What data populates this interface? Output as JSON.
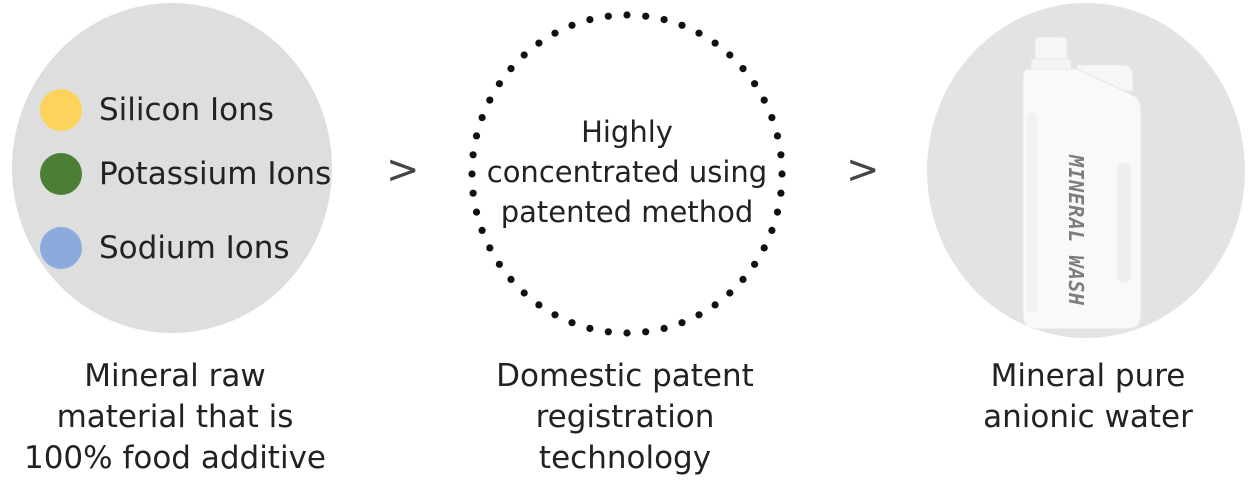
{
  "colors": {
    "silicon": "#fdd35c",
    "potassium": "#4a7f35",
    "sodium": "#8eaadc"
  },
  "ions": [
    {
      "label": "Silicon Ions",
      "color": "#fdd35c"
    },
    {
      "label": "Potassium Ions",
      "color": "#4a7f35"
    },
    {
      "label": "Sodium Ions",
      "color": "#8eaadc"
    }
  ],
  "arrows": {
    "first": ">",
    "second": ">"
  },
  "center": {
    "line1": "Highly",
    "line2": "concentrated using",
    "line3": "patented method"
  },
  "bottle": {
    "label": "MINERAL WASH"
  },
  "captions": {
    "left": {
      "line1": "Mineral raw",
      "line2": "material that is",
      "line3": "100% food additive"
    },
    "middle": {
      "line1": "Domestic patent",
      "line2": "registration",
      "line3": "technology"
    },
    "right": {
      "line1": "Mineral pure",
      "line2": "anionic water"
    }
  }
}
